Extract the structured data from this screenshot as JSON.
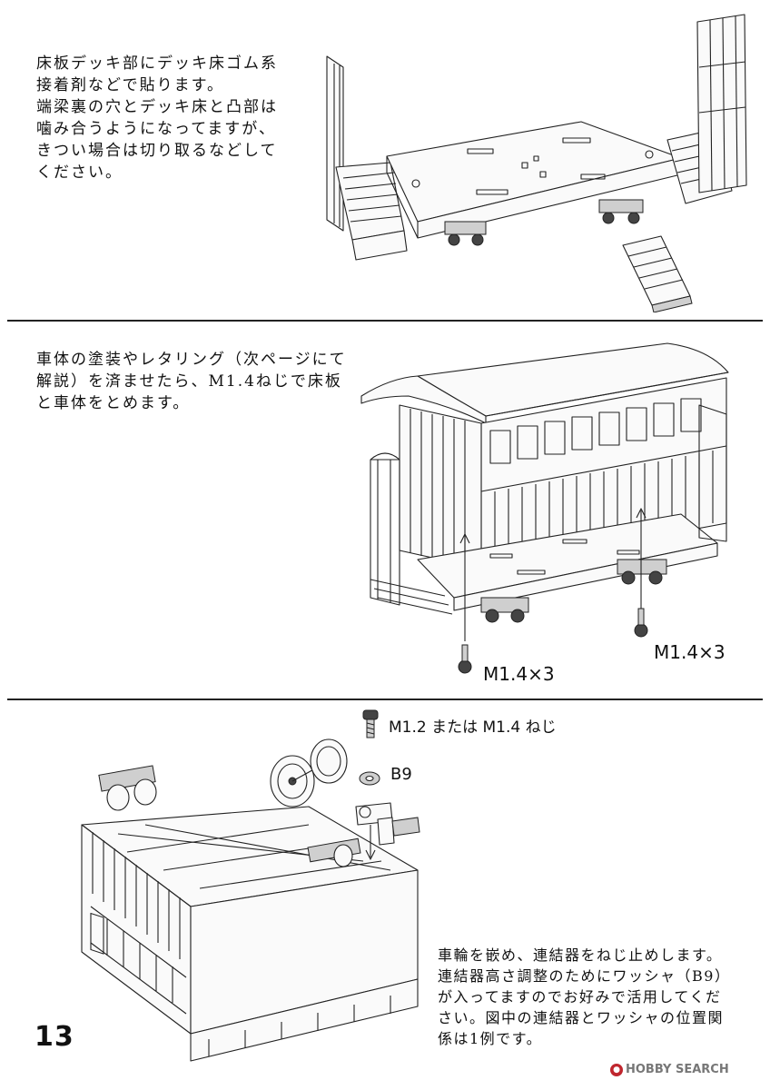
{
  "sections": [
    {
      "id": "deck-floor",
      "text": "床板デッキ部にデッキ床ゴム系\n接着剤などで貼ります。\n端梁裏の穴とデッキ床と凸部は\n噛み合うようになってますが、\nきつい場合は切り取るなどして\nください。"
    },
    {
      "id": "body-mount",
      "text": "車体の塗装やレタリング（次ページにて\n解説）を済ませたら、M1.4ねじで床板\nと車体をとめます。",
      "screw_labels": [
        "M1.4×3",
        "M1.4×3"
      ]
    },
    {
      "id": "wheels-coupler",
      "screw_label": "M1.2 または M1.4 ねじ",
      "washer_label": "B9",
      "text": "車輪を嵌め、連結器をねじ止めします。\n連結器高さ調整のためにワッシャ（B9）\nが入ってますのでお好みで活用してくだ\nさい。図中の連結器とワッシャの位置関\n係は1例です。"
    }
  ],
  "page_number": "13",
  "watermark": "HOBBY SEARCH"
}
